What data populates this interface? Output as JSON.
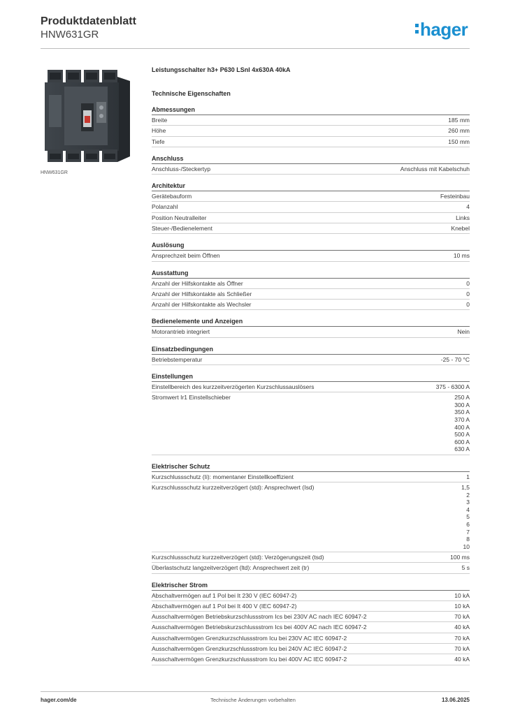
{
  "header": {
    "title": "Produktdatenblatt",
    "code": "HNW631GR",
    "logo": "hager"
  },
  "image": {
    "caption": "HNW631GR"
  },
  "product_title": "Leistungsschalter h3+ P630 LSnI 4x630A 40kA",
  "tech_heading": "Technische Eigenschaften",
  "sections": [
    {
      "heading": "Abmessungen",
      "rows": [
        {
          "label": "Breite",
          "value": "185 mm"
        },
        {
          "label": "Höhe",
          "value": "260 mm"
        },
        {
          "label": "Tiefe",
          "value": "150 mm"
        }
      ]
    },
    {
      "heading": "Anschluss",
      "rows": [
        {
          "label": "Anschluss-/Steckertyp",
          "value": "Anschluss mit Kabelschuh"
        }
      ]
    },
    {
      "heading": "Architektur",
      "rows": [
        {
          "label": "Gerätebauform",
          "value": "Festeinbau"
        },
        {
          "label": "Polanzahl",
          "value": "4"
        },
        {
          "label": "Position Neutralleiter",
          "value": "Links"
        },
        {
          "label": "Steuer-/Bedienelement",
          "value": "Knebel"
        }
      ]
    },
    {
      "heading": "Auslösung",
      "rows": [
        {
          "label": "Ansprechzeit beim Öffnen",
          "value": "10 ms"
        }
      ]
    },
    {
      "heading": "Ausstattung",
      "rows": [
        {
          "label": "Anzahl der Hilfskontakte als Öffner",
          "value": "0"
        },
        {
          "label": "Anzahl der Hilfskontakte als Schließer",
          "value": "0"
        },
        {
          "label": "Anzahl der Hilfskontakte als Wechsler",
          "value": "0"
        }
      ]
    },
    {
      "heading": "Bedienelemente und Anzeigen",
      "rows": [
        {
          "label": "Motorantrieb integriert",
          "value": "Nein"
        }
      ]
    },
    {
      "heading": "Einsatzbedingungen",
      "rows": [
        {
          "label": "Betriebstemperatur",
          "value": "-25 - 70 °C"
        }
      ]
    },
    {
      "heading": "Einstellungen",
      "rows": [
        {
          "label": "Einstellbereich des kurzzeitverzögerten Kurzschlussauslösers",
          "value": "375 - 6300 A"
        },
        {
          "label": "Stromwert Ir1 Einstellschieber",
          "value": "250 A\n300 A\n350 A\n370 A\n400 A\n500 A\n600 A\n630 A"
        }
      ]
    },
    {
      "heading": "Elektrischer Schutz",
      "rows": [
        {
          "label": "Kurzschlussschutz (Ii): momentaner Einstellkoeffizient",
          "value": "1"
        },
        {
          "label": "Kurzschlussschutz kurzzeitverzögert (std): Ansprechwert (Isd)",
          "value": "1,5\n2\n3\n4\n5\n6\n7\n8\n10"
        },
        {
          "label": "Kurzschlussschutz kurzzeitverzögert (std): Verzögerungszeit (tsd)",
          "value": "100 ms"
        },
        {
          "label": "Überlastschutz langzeitverzögert (ltd): Ansprechwert zeit (tr)",
          "value": "5 s"
        }
      ]
    },
    {
      "heading": "Elektrischer Strom",
      "rows": [
        {
          "label": "Abschaltvermögen auf 1 Pol bei It 230 V (IEC 60947-2)",
          "value": "10 kA"
        },
        {
          "label": "Abschaltvermögen auf 1 Pol bei It 400 V (IEC 60947-2)",
          "value": "10 kA"
        },
        {
          "label": "Ausschaltvermögen Betriebskurzschlussstrom Ics bei 230V AC nach IEC 60947-2",
          "value": "70 kA"
        },
        {
          "label": "Ausschaltvermögen Betriebskurzschlussstrom Ics bei 400V AC nach IEC 60947-2",
          "value": "40 kA"
        },
        {
          "label": "Ausschaltvermögen Grenzkurzschlussstrom Icu bei 230V AC IEC 60947-2",
          "value": "70 kA"
        },
        {
          "label": "Ausschaltvermögen Grenzkurzschlussstrom Icu bei 240V AC IEC 60947-2",
          "value": "70 kA"
        },
        {
          "label": "Ausschaltvermögen Grenzkurzschlussstrom Icu bei 400V AC IEC 60947-2",
          "value": "40 kA"
        }
      ]
    }
  ],
  "footer": {
    "website": "hager.com/de",
    "note": "Technische Änderungen vorbehalten",
    "date": "13.06.2025"
  },
  "colors": {
    "brand": "#1a8fd0",
    "text": "#2b2b2b",
    "rule": "#bdbdbd"
  }
}
